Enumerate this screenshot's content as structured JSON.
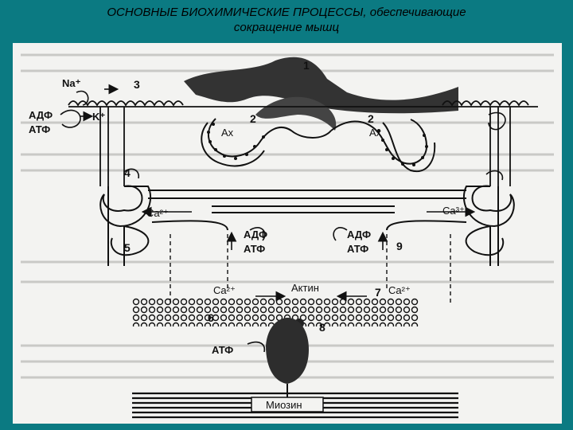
{
  "title_line1": "ОСНОВНЫЕ БИОХИМИЧЕСКИЕ ПРОЦЕССЫ, обеспечивающие",
  "title_line2": "сокращение мышц",
  "labels": {
    "na": "Na⁺",
    "k": "K⁺",
    "adf_left": "АДФ",
    "atf_left": "АТФ",
    "num1": "1",
    "num2": "2",
    "num3": "3",
    "num4": "4",
    "num5": "5",
    "num6": "6",
    "num7": "7",
    "num8": "8",
    "num9": "9",
    "ax_left": "Ах",
    "ax_right": "Ах",
    "ca_left": "Ca²⁺",
    "ca_right": "Ca³⁺",
    "adf_mid_left": "АДФ",
    "atf_mid_left": "АТФ",
    "adf_mid_right": "АДФ",
    "atf_mid_right": "АТФ",
    "ca_bottom_left": "Ca²⁺",
    "ca_bottom_right": "Ca²⁺",
    "actin": "Актин",
    "atf_bottom": "АТФ",
    "myosin": "Миозин"
  },
  "colors": {
    "background": "#0b7a82",
    "figure": "#f3f3f1",
    "ink": "#111111"
  }
}
